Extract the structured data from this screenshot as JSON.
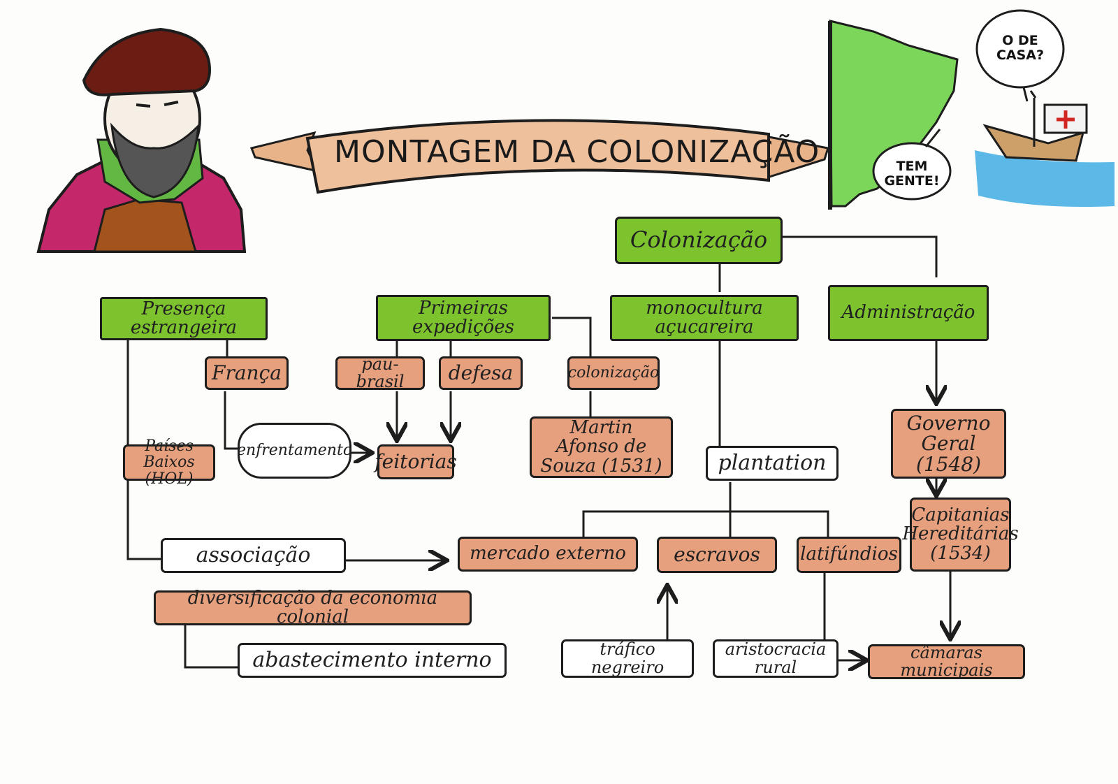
{
  "title": "MONTAGEM DA COLONIZAÇÃO",
  "speech": {
    "top": "O DE CASA?",
    "land": "TEM GENTE!"
  },
  "nodes": {
    "colonizacao": "Colonização",
    "presenca": "Presença estrangeira",
    "primeiras": "Primeiras expedições",
    "monocultura": "monocultura açucareira",
    "administracao": "Administração",
    "franca": "França",
    "paises_baixos": "Países Baixos (HOL)",
    "enfrentamento": "enfrentamento",
    "pau_brasil": "pau-brasil",
    "defesa": "defesa",
    "colonizacao_small": "colonização",
    "feitorias": "feitorias",
    "martin": "Martin Afonso de Souza (1531)",
    "plantation": "plantation",
    "governo": "Governo Geral (1548)",
    "capitanias": "Capitanias Hereditárias (1534)",
    "associacao": "associação",
    "mercado": "mercado externo",
    "escravos": "escravos",
    "latifundios": "latifúndios",
    "diversificacao": "diversificação da economia colonial",
    "abastecimento": "abastecimento interno",
    "trafico": "tráfico negreiro",
    "aristocracia": "aristocracia rural",
    "camaras": "câmaras municipais"
  },
  "colors": {
    "green": "#7cc32e",
    "peach": "#e7a07e",
    "map_green": "#7cd65a",
    "sea": "#5cb8e6",
    "ribbon": "#e9b38a"
  }
}
